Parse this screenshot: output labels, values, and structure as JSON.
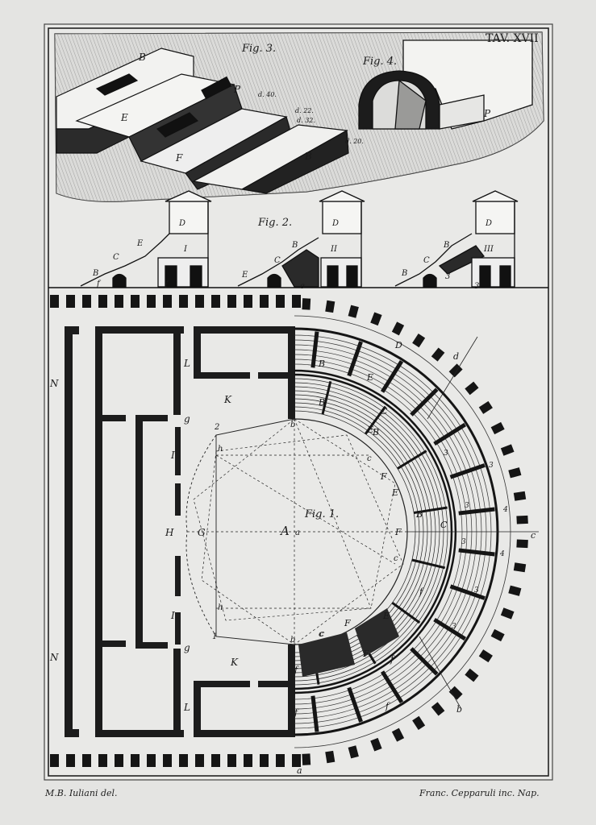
{
  "plate": {
    "title": "TAV. XVII",
    "credit_left": "M.B. Iuliani del.",
    "credit_right": "Franc. Cepparuli inc. Nap."
  },
  "figures": {
    "fig1": "Fig. 1.",
    "fig2": "Fig. 2.",
    "fig3": "Fig. 3.",
    "fig4": "Fig. 4."
  },
  "fig3_labels": [
    "B",
    "P",
    "E",
    "F",
    "B",
    "d. 40.",
    "d. 32.",
    "d. 22.",
    "d. 20."
  ],
  "fig4_labels": [
    "P"
  ],
  "fig2_sections": [
    {
      "numeral": "I",
      "labels": [
        "D",
        "E",
        "C",
        "B",
        "f",
        "f"
      ]
    },
    {
      "numeral": "II",
      "labels": [
        "D",
        "B",
        "C",
        "E",
        "e"
      ]
    },
    {
      "numeral": "III",
      "labels": [
        "D",
        "B",
        "C",
        "B",
        "3",
        "3"
      ]
    }
  ],
  "fig1_labels": {
    "side": [
      "N",
      "N",
      "L",
      "L",
      "K",
      "K",
      "H",
      "G",
      "I",
      "I",
      "g",
      "g"
    ],
    "arena": [
      "A",
      "a",
      "h",
      "h",
      "b",
      "b",
      "c",
      "c",
      "c",
      "2",
      "1"
    ],
    "cavea": [
      "B",
      "B",
      "E",
      "E",
      "C",
      "B",
      "F",
      "E",
      "B",
      "F",
      "C",
      "F",
      "E",
      "F",
      "D",
      "d",
      "c",
      "b",
      "a",
      "f",
      "f",
      "f",
      "f",
      "f",
      "c"
    ],
    "numbers": [
      "3",
      "3",
      "3",
      "4",
      "3",
      "4",
      "3",
      "3"
    ]
  },
  "colors": {
    "ink": "#151515",
    "paper": "#e4e4e2",
    "plate": "#e8e8e6"
  }
}
